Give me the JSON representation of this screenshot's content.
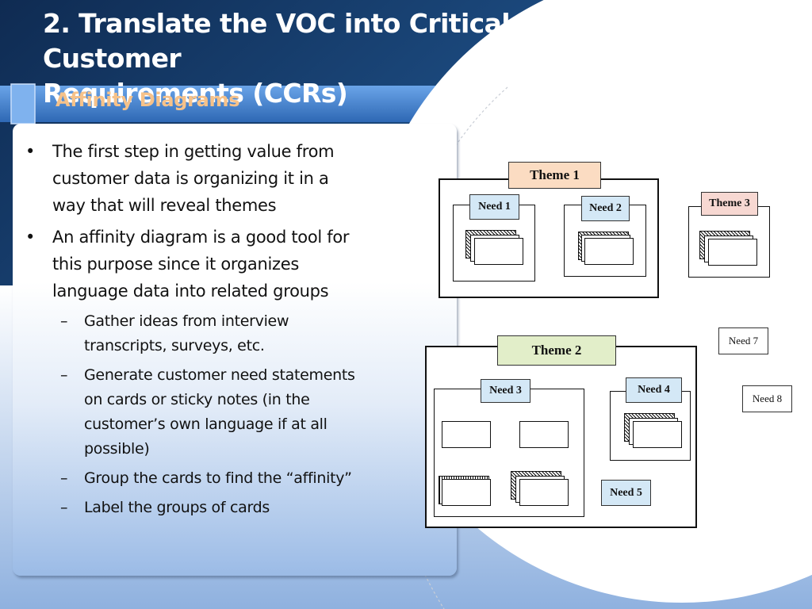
{
  "title": {
    "line1": "2. Translate the VOC into Critical Customer",
    "line2": "Requirements (CCRs)"
  },
  "subtitle": "Affinity Diagrams",
  "bullets": [
    {
      "text1": "The first step in getting value from",
      "text2": "customer data is organizing it in a",
      "text3": "way that will reveal themes"
    },
    {
      "text1": "An affinity diagram is a good tool for",
      "text2": "this purpose since it organizes",
      "text3": "language data into related groups"
    }
  ],
  "sub_bullets": [
    {
      "text1": "Gather ideas from interview",
      "text2": "transcripts, surveys, etc."
    },
    {
      "text1": "Generate customer need statements",
      "text2": "on cards or sticky notes (in the",
      "text3": "customer’s own language if at all",
      "text4": "possible)"
    },
    {
      "text1": "Group the cards to find the “affinity”"
    },
    {
      "text1": "Label the groups of cards"
    }
  ],
  "bullet_mark": "•",
  "dash_mark": "–",
  "diagram": {
    "themes": [
      "Theme 1",
      "Theme 2",
      "Theme 3"
    ],
    "needs": [
      "Need 1",
      "Need 2",
      "Need 3",
      "Need 4",
      "Need 5",
      "Need 7",
      "Need 8"
    ],
    "colors": {
      "theme1_fill": "#fbdcc2",
      "theme2_fill": "#e2eec9",
      "theme3_fill": "#f7d8d2",
      "need_fill": "#d4e8f6"
    }
  },
  "theme_colors": {
    "header_dark": "#0f2d55",
    "header_mid": "#1f4f8a",
    "accent_blue": "#4f8ed6",
    "subtitle": "#f6c28a"
  }
}
